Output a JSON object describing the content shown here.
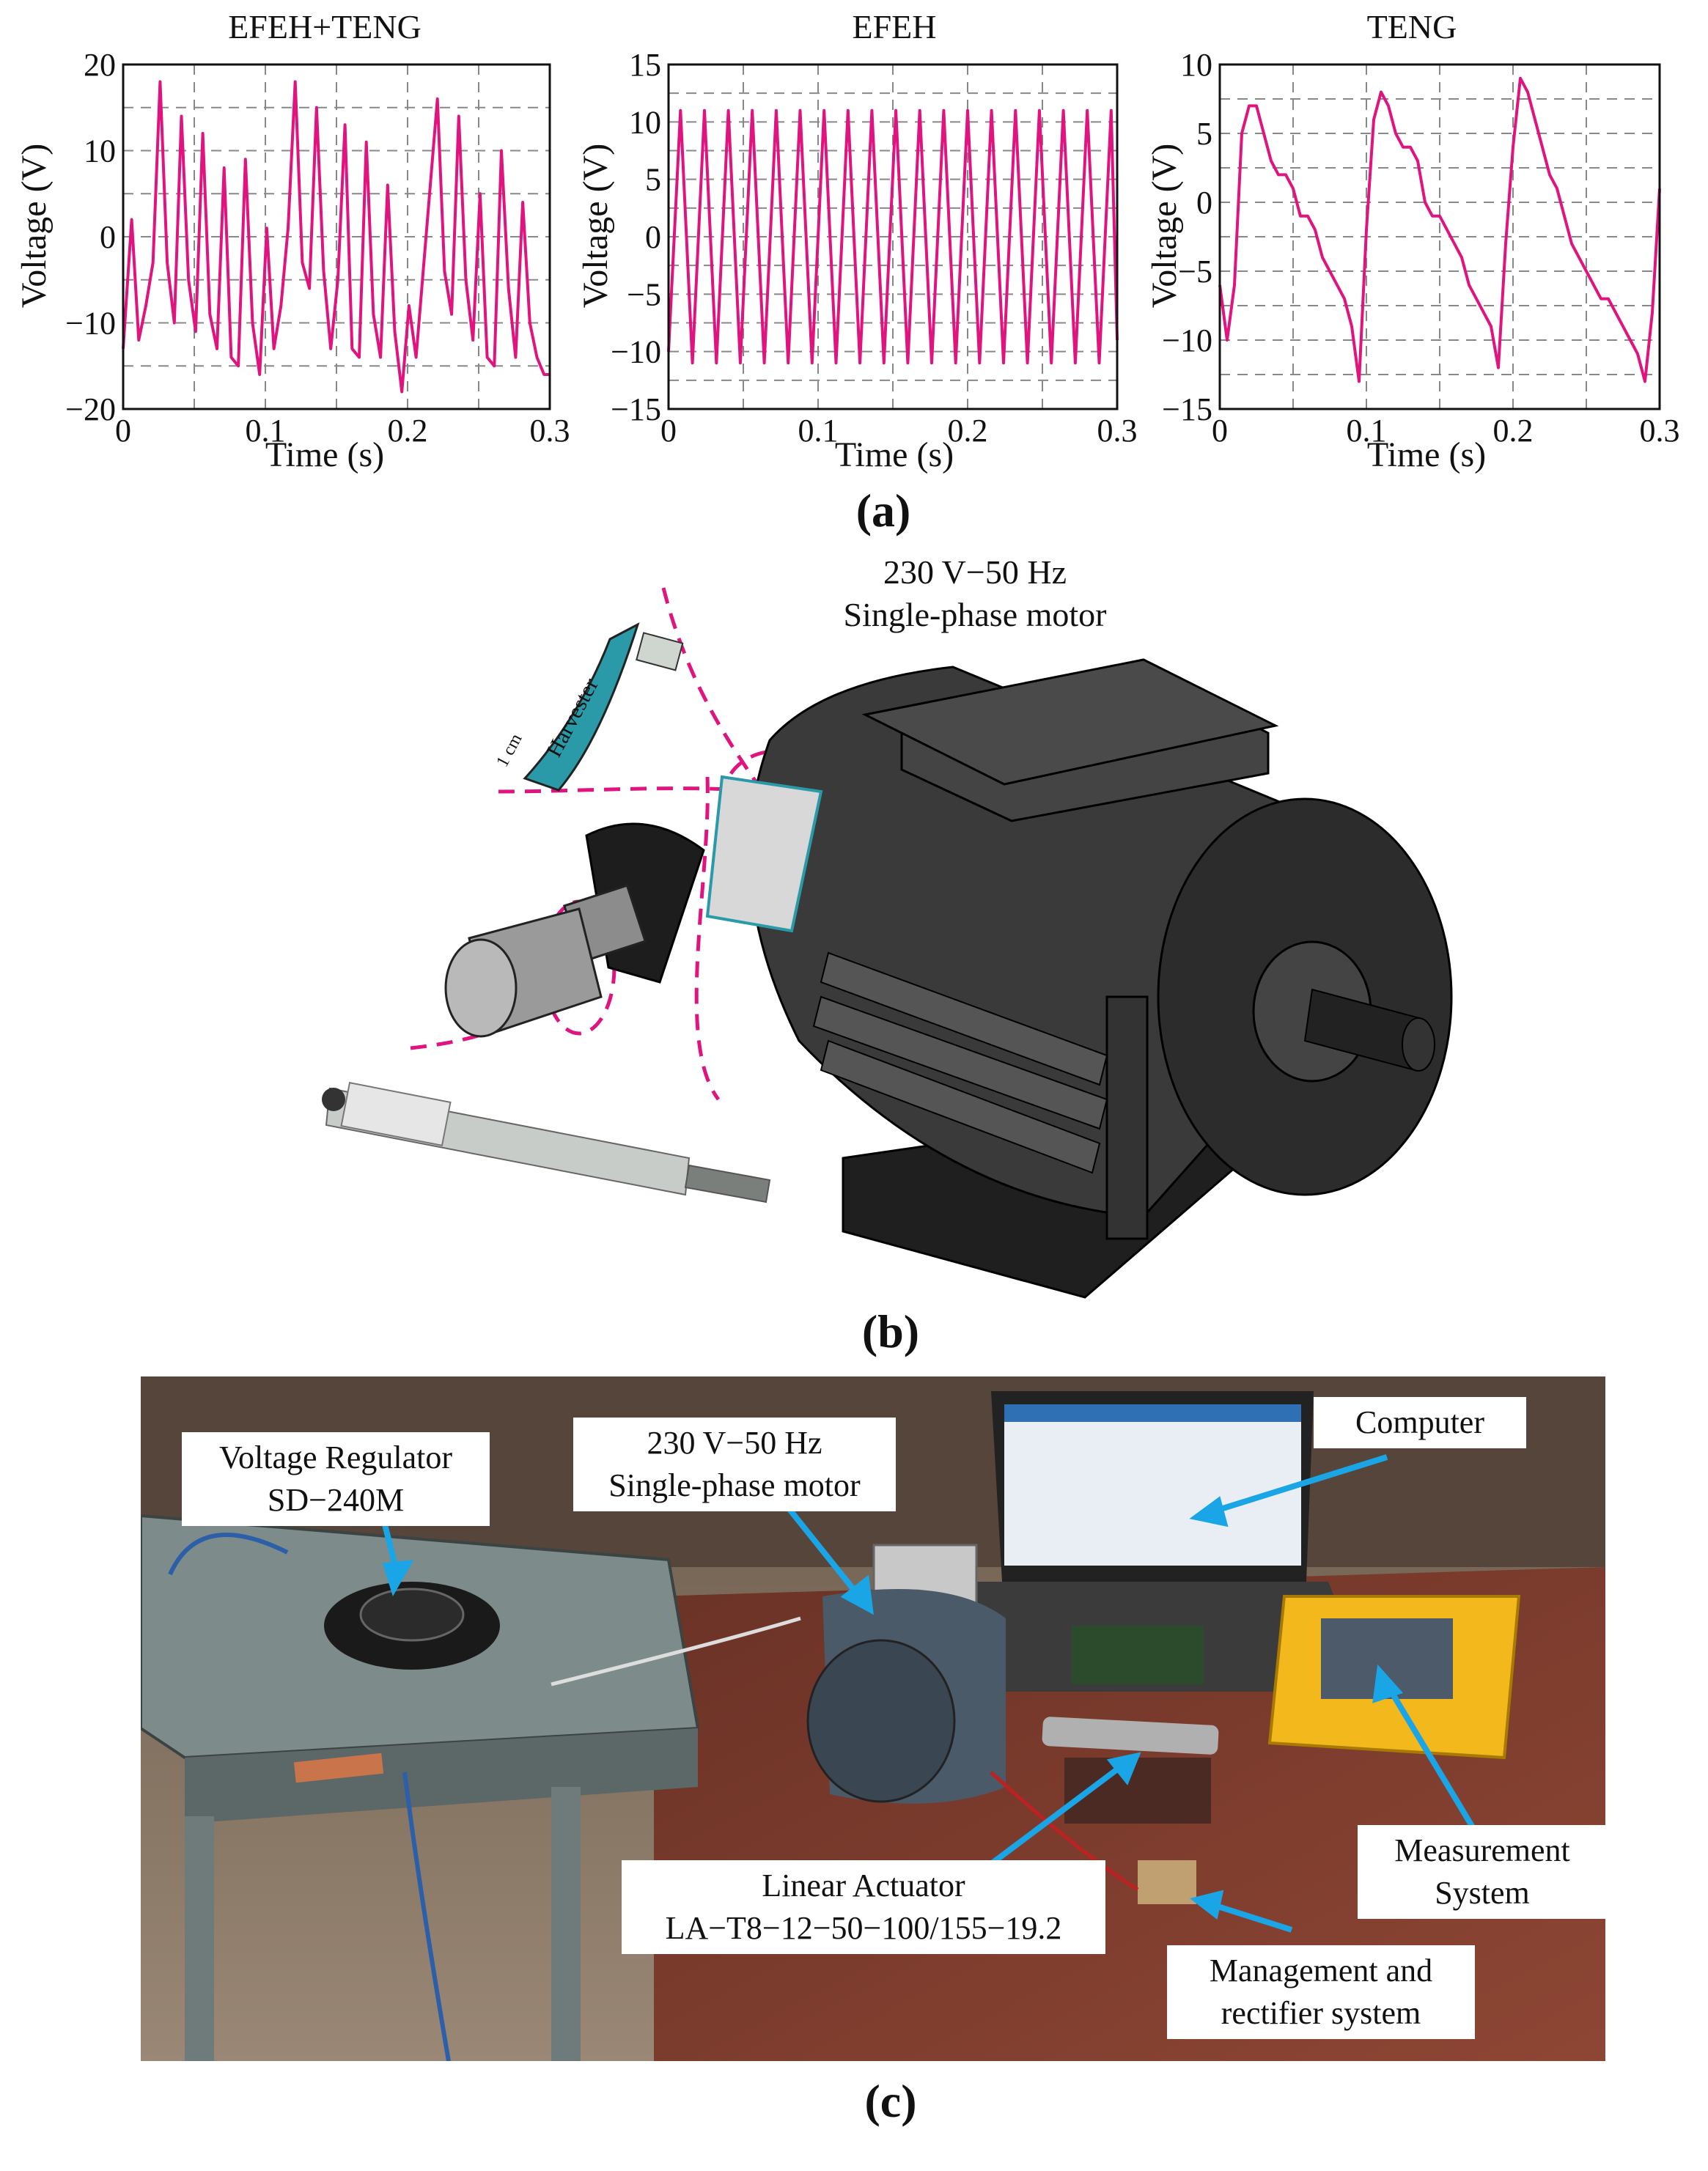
{
  "panel_a": {
    "label": "(a)",
    "plots": [
      {
        "title": "EFEH+TENG",
        "ylabel": "Voltage (V)",
        "xlabel": "Time (s)",
        "yticks": [
          "20",
          "10",
          "0",
          "−10",
          "−20"
        ],
        "xticks": [
          "0",
          "0.1",
          "0.2",
          "0.3"
        ]
      },
      {
        "title": "EFEH",
        "ylabel": "Voltage (V)",
        "xlabel": "Time (s)",
        "yticks": [
          "15",
          "10",
          "5",
          "0",
          "−5",
          "−10",
          "−15"
        ],
        "xticks": [
          "0",
          "0.1",
          "0.2",
          "0.3"
        ]
      },
      {
        "title": "TENG",
        "ylabel": "Voltage (V)",
        "xlabel": "Time (s)",
        "yticks": [
          "10",
          "5",
          "0",
          "−5",
          "−10",
          "−15"
        ],
        "xticks": [
          "0",
          "0.1",
          "0.2",
          "0.3"
        ]
      }
    ]
  },
  "panel_b": {
    "label": "(b)",
    "motor_caption_line1": "230 V−50 Hz",
    "motor_caption_line2": "Single-phase motor",
    "harvester_label": "Harvester",
    "scale_label": "1 cm"
  },
  "panel_c": {
    "label": "(c)",
    "callouts": {
      "voltage_regulator_1": "Voltage Regulator",
      "voltage_regulator_2": "SD−240M",
      "motor_1": "230 V−50 Hz",
      "motor_2": "Single-phase motor",
      "computer": "Computer",
      "measurement_1": "Measurement",
      "measurement_2": "System",
      "actuator_1": "Linear Actuator",
      "actuator_2": "LA−T8−12−50−100/155−19.2",
      "management_1": "Management and",
      "management_2": "rectifier system"
    }
  },
  "chart_data": [
    {
      "type": "line",
      "title": "EFEH+TENG",
      "xlabel": "Time (s)",
      "ylabel": "Voltage (V)",
      "xlim": [
        0,
        0.3
      ],
      "ylim": [
        -20,
        20
      ],
      "grid": true,
      "series": [
        {
          "color": "#e0147f",
          "x": [
            0,
            0.006,
            0.011,
            0.016,
            0.021,
            0.026,
            0.031,
            0.036,
            0.041,
            0.046,
            0.051,
            0.056,
            0.061,
            0.066,
            0.071,
            0.076,
            0.081,
            0.086,
            0.091,
            0.096,
            0.101,
            0.106,
            0.111,
            0.116,
            0.121,
            0.126,
            0.131,
            0.136,
            0.141,
            0.146,
            0.151,
            0.156,
            0.161,
            0.166,
            0.171,
            0.176,
            0.181,
            0.186,
            0.191,
            0.196,
            0.201,
            0.206,
            0.211,
            0.216,
            0.221,
            0.226,
            0.231,
            0.236,
            0.241,
            0.246,
            0.251,
            0.256,
            0.261,
            0.266,
            0.271,
            0.276,
            0.281,
            0.286,
            0.291,
            0.296,
            0.3
          ],
          "y": [
            -13,
            2,
            -12,
            -8,
            -3,
            18,
            -3,
            -10,
            14,
            -5,
            -11,
            12,
            -9,
            -13,
            8,
            -14,
            -15,
            9,
            -10,
            -16,
            1,
            -13,
            -8,
            1,
            18,
            -3,
            -6,
            15,
            -4,
            -13,
            -5,
            13,
            -13,
            -14,
            11,
            -9,
            -14,
            6,
            -11,
            -18,
            -8,
            -14,
            -4,
            6,
            16,
            -4,
            -9,
            14,
            -5,
            -12,
            5,
            -14,
            -15,
            10,
            -6,
            -14,
            4,
            -10,
            -14,
            -16,
            -16
          ]
        }
      ]
    },
    {
      "type": "line",
      "title": "EFEH",
      "xlabel": "Time (s)",
      "ylabel": "Voltage (V)",
      "xlim": [
        0,
        0.3
      ],
      "ylim": [
        -15,
        15
      ],
      "grid": true,
      "series": [
        {
          "color": "#e0147f",
          "x": [
            0,
            0.008,
            0.016,
            0.024,
            0.032,
            0.04,
            0.048,
            0.056,
            0.064,
            0.072,
            0.08,
            0.088,
            0.096,
            0.104,
            0.112,
            0.12,
            0.128,
            0.136,
            0.144,
            0.152,
            0.16,
            0.168,
            0.176,
            0.184,
            0.192,
            0.2,
            0.208,
            0.216,
            0.224,
            0.232,
            0.24,
            0.248,
            0.256,
            0.264,
            0.272,
            0.28,
            0.288,
            0.296,
            0.3
          ],
          "y": [
            -10,
            11,
            -11,
            11,
            -11,
            11,
            -11,
            11,
            -11,
            11,
            -11,
            11,
            -11,
            11,
            -11,
            11,
            -11,
            11,
            -11,
            11,
            -11,
            11,
            -11,
            11,
            -11,
            11,
            -11,
            11,
            -11,
            11,
            -11,
            11,
            -11,
            11,
            -11,
            11,
            -11,
            11,
            -9
          ]
        }
      ]
    },
    {
      "type": "line",
      "title": "TENG",
      "xlabel": "Time (s)",
      "ylabel": "Voltage (V)",
      "xlim": [
        0,
        0.3
      ],
      "ylim": [
        -15,
        10
      ],
      "grid": true,
      "series": [
        {
          "color": "#e0147f",
          "x": [
            0,
            0.005,
            0.01,
            0.015,
            0.02,
            0.025,
            0.03,
            0.035,
            0.04,
            0.045,
            0.05,
            0.055,
            0.06,
            0.065,
            0.07,
            0.075,
            0.08,
            0.085,
            0.09,
            0.095,
            0.1,
            0.105,
            0.11,
            0.115,
            0.12,
            0.125,
            0.13,
            0.135,
            0.14,
            0.145,
            0.15,
            0.155,
            0.16,
            0.165,
            0.17,
            0.175,
            0.18,
            0.185,
            0.19,
            0.195,
            0.2,
            0.205,
            0.21,
            0.215,
            0.22,
            0.225,
            0.23,
            0.235,
            0.24,
            0.245,
            0.25,
            0.255,
            0.26,
            0.265,
            0.27,
            0.275,
            0.28,
            0.285,
            0.29,
            0.295,
            0.3
          ],
          "y": [
            -6,
            -10,
            -6,
            5,
            7,
            7,
            5,
            3,
            2,
            2,
            1,
            -1,
            -1,
            -2,
            -4,
            -5,
            -6,
            -7,
            -9,
            -13,
            -2,
            6,
            8,
            7,
            5,
            4,
            4,
            3,
            0,
            -1,
            -1,
            -2,
            -3,
            -4,
            -6,
            -7,
            -8,
            -9,
            -12,
            -3,
            4,
            9,
            8,
            6,
            4,
            2,
            1,
            -1,
            -3,
            -4,
            -5,
            -6,
            -7,
            -7,
            -8,
            -9,
            -10,
            -11,
            -13,
            -8,
            1
          ]
        }
      ]
    }
  ]
}
